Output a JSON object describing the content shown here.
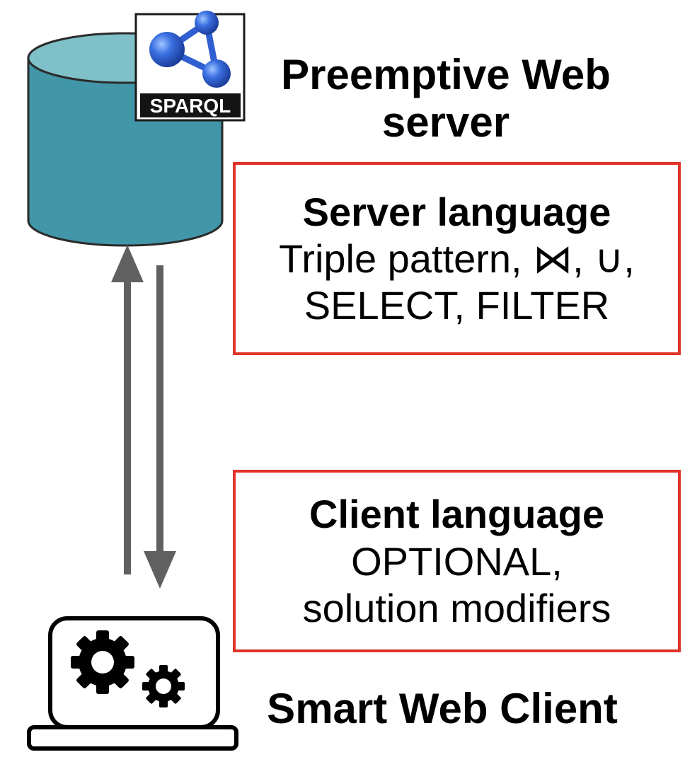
{
  "server": {
    "logo_text": "SPARQL",
    "title_line1": "Preemptive Web",
    "title_line2": "server",
    "language_heading": "Server language",
    "language_line1": "Triple pattern, ⋈, ∪,",
    "language_line2": "SELECT, FILTER"
  },
  "client": {
    "title": "Smart Web Client",
    "language_heading": "Client language",
    "language_line1": "OPTIONAL,",
    "language_line2": "solution modifiers"
  },
  "colors": {
    "database_side": "#4196a8",
    "database_top": "#7fc0c9",
    "arrow": "#606060",
    "box_border": "#e0342a",
    "logo_blue": "#2f5fd0"
  },
  "icons": {
    "server": "database-icon",
    "logo": "sparql-logo-icon",
    "client": "laptop-icon",
    "client_detail": "gears-icon"
  }
}
